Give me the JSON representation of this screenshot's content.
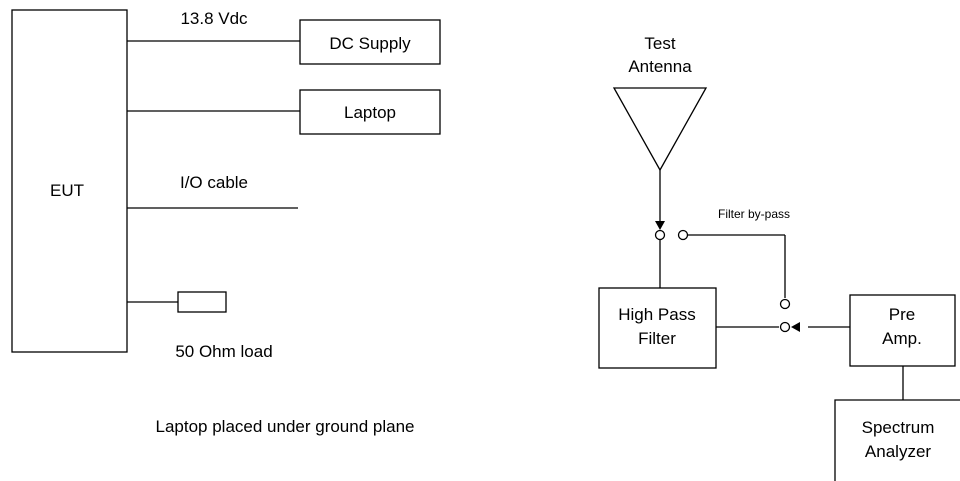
{
  "setup": {
    "eut_label": "EUT",
    "dc_voltage_label": "13.8 Vdc",
    "dc_supply_label": "DC Supply",
    "laptop_label": "Laptop",
    "io_cable_label": "I/O cable",
    "load_label": "50 Ohm load",
    "note": "Laptop placed under ground plane"
  },
  "measurement": {
    "antenna_label_line1": "Test",
    "antenna_label_line2": "Antenna",
    "bypass_label": "Filter by-pass",
    "hpf_label_line1": "High Pass",
    "hpf_label_line2": "Filter",
    "preamp_label_line1": "Pre",
    "preamp_label_line2": "Amp.",
    "analyzer_label_line1": "Spectrum",
    "analyzer_label_line2": "Analyzer"
  }
}
